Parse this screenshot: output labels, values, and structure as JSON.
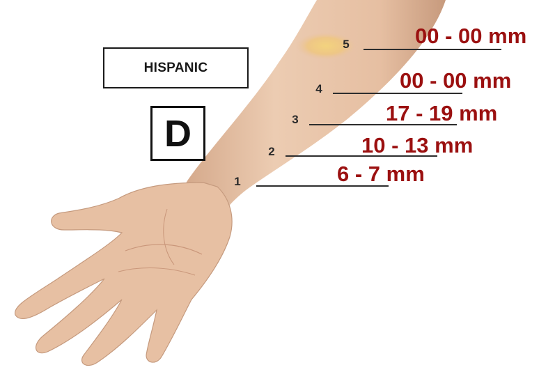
{
  "group_label": "HISPANIC",
  "panel_letter": "D",
  "points": [
    {
      "number": "1",
      "measurement": "6 - 7 mm"
    },
    {
      "number": "2",
      "measurement": "10 - 13 mm"
    },
    {
      "number": "3",
      "measurement": "17 - 19 mm"
    },
    {
      "number": "4",
      "measurement": "00 - 00 mm"
    },
    {
      "number": "5",
      "measurement": "00 - 00 mm"
    }
  ],
  "colors": {
    "measurement_text": "#9b1010",
    "skin": "#e8c3a6",
    "skin_shadow": "#c99a7c",
    "reaction_spot": "#f0cf7a",
    "leader_line": "#2d2d2d"
  }
}
